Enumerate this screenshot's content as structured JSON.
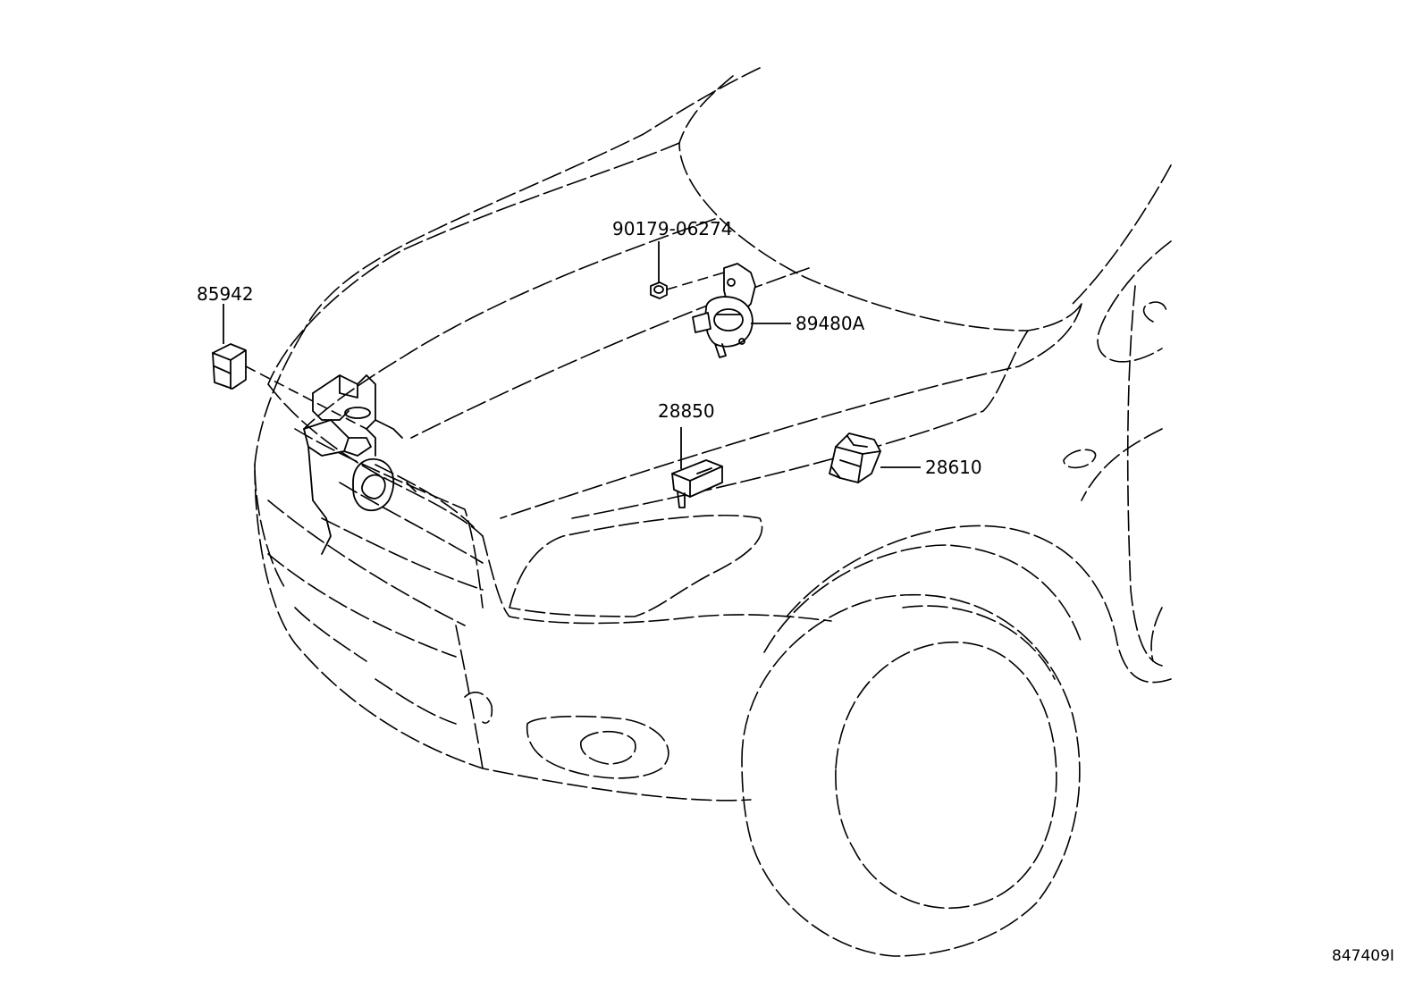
{
  "diagram": {
    "labels": {
      "p90179": "90179-06274",
      "p85942": "85942",
      "p89480a": "89480A",
      "p28850": "28850",
      "p28610": "28610"
    },
    "reference_code": "847409I"
  }
}
